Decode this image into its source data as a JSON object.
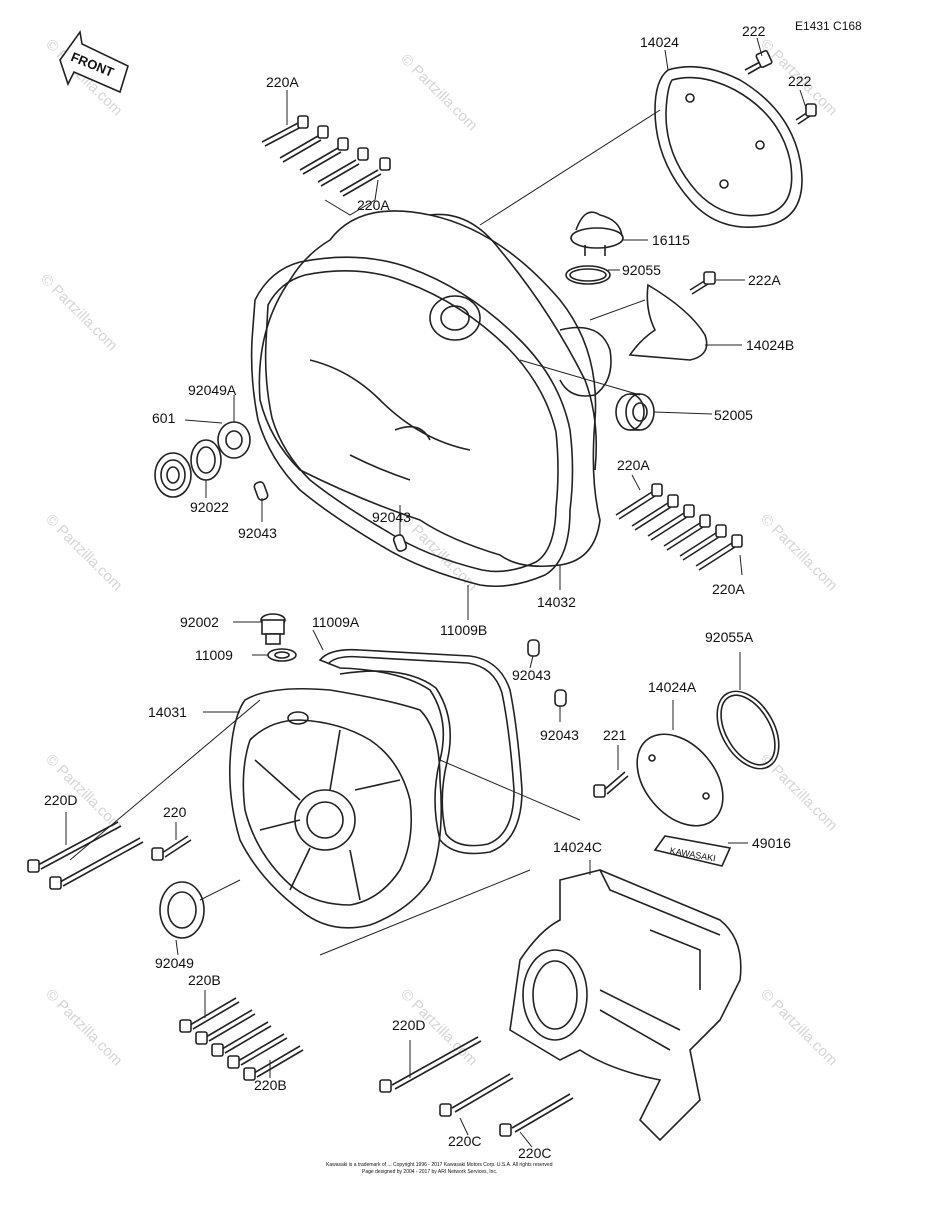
{
  "diagram": {
    "code": "E1431 C168",
    "front_label": "FRONT",
    "watermark": "© Partzilla.com",
    "footer_line1": "Kawasaki is a trademark of ... Copyright 1996 - 2017 Kawasaki Motors Corp. U.S.A. All rights reserved",
    "footer_line2": "Page designed by 2004 - 2017 by ARI Network Services, Inc.",
    "labels": {
      "l14024": "14024",
      "l222a": "222",
      "l222b": "222",
      "l220A_1": "220A",
      "l220A_2": "220A",
      "l16115": "16115",
      "l92055": "92055",
      "l222A": "222A",
      "l14024B": "14024B",
      "l92049A": "92049A",
      "l601": "601",
      "l92022": "92022",
      "l92043_1": "92043",
      "l52005": "52005",
      "l220A_3": "220A",
      "l92043_2": "92043",
      "l14032": "14032",
      "l220A_4": "220A",
      "l11009B": "11009B",
      "l92002": "92002",
      "l11009A": "11009A",
      "l92043_3": "92043",
      "l11009": "11009",
      "l92055A": "92055A",
      "l14031": "14031",
      "l14024A": "14024A",
      "l92043_4": "92043",
      "l221": "221",
      "l220D_1": "220D",
      "l220": "220",
      "l49016": "49016",
      "l14024C": "14024C",
      "l92049": "92049",
      "l220B_1": "220B",
      "l220D_2": "220D",
      "l220B_2": "220B",
      "l220C_1": "220C",
      "l220C_2": "220C"
    }
  }
}
